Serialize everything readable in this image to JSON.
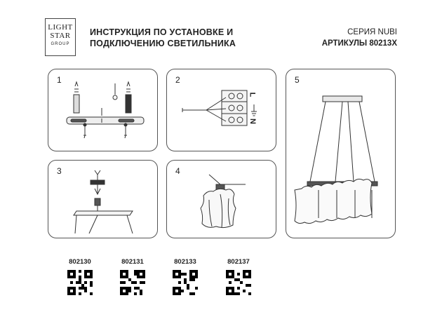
{
  "logo": {
    "line1": "LIGHT",
    "line2": "STAR",
    "line3": "GROUP"
  },
  "title": {
    "line1": "ИНСТРУКЦИЯ ПО УСТАНОВКЕ И",
    "line2": "ПОДКЛЮЧЕНИЮ СВЕТИЛЬНИКА"
  },
  "series": {
    "line1": "СЕРИЯ NUBI",
    "line2": "АРТИКУЛЫ 80213X"
  },
  "steps": [
    {
      "number": "1"
    },
    {
      "number": "2"
    },
    {
      "number": "3"
    },
    {
      "number": "4"
    },
    {
      "number": "5"
    }
  ],
  "wiring": {
    "phase": "L",
    "neutral": "N"
  },
  "articles": [
    "802130",
    "802131",
    "802133",
    "802137"
  ]
}
